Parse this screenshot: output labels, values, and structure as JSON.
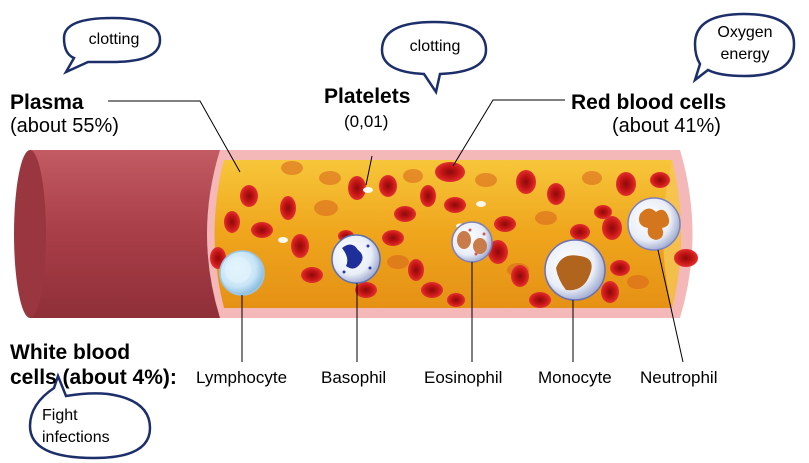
{
  "bubbles": {
    "plasma": "clotting",
    "platelets": "clotting",
    "rbc_line1": "Oxygen",
    "rbc_line2": "energy",
    "wbc_line1": "Fight",
    "wbc_line2": "infections"
  },
  "labels": {
    "plasma_title": "Plasma",
    "plasma_pct": "(about 55%)",
    "platelets_title": "Platelets",
    "platelets_pct": "(0,01)",
    "rbc_title": "Red blood cells",
    "rbc_pct": "(about 41%)",
    "wbc_line1": "White blood",
    "wbc_line2": "cells (about 4%):"
  },
  "white_cells": [
    "Lymphocyte",
    "Basophil",
    "Eosinophil",
    "Monocyte",
    "Neutrophil"
  ],
  "colors": {
    "vessel_outer": "#b5454f",
    "vessel_lining": "#f4b8b8",
    "plasma": "#f0a81e",
    "red_cell": "#d41a1a",
    "bubble_stroke": "#1c2f6b"
  }
}
